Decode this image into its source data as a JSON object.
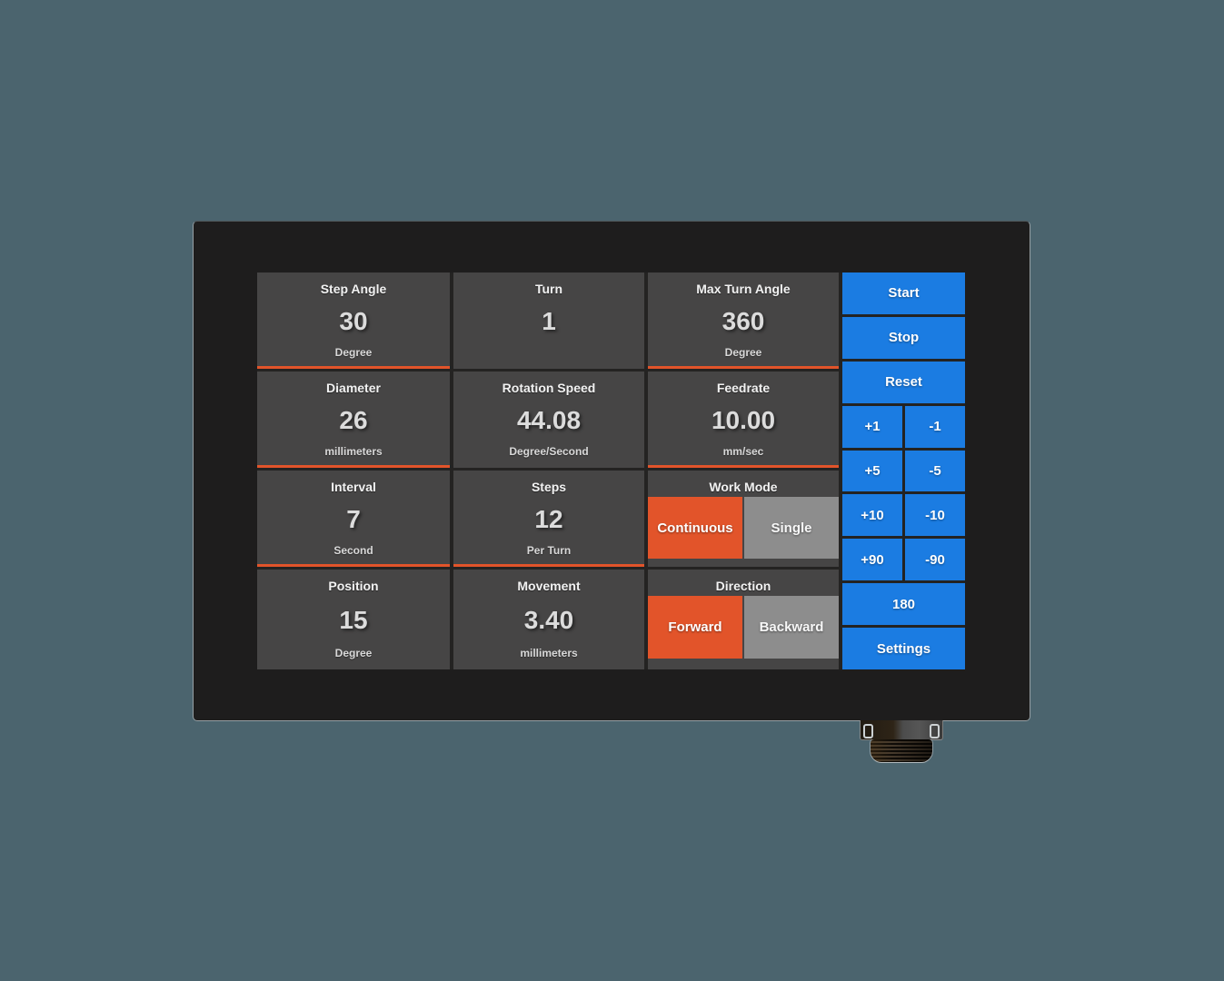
{
  "colors": {
    "background": "#4b646e",
    "bezel": "#1e1d1d",
    "cell_bg": "#464545",
    "accent_orange": "#e2542a",
    "accent_blue": "#1b7ce2",
    "inactive_gray": "#8d8d8d"
  },
  "cells": [
    {
      "label": "Step Angle",
      "value": "30",
      "unit": "Degree"
    },
    {
      "label": "Turn",
      "value": "1",
      "unit": ""
    },
    {
      "label": "Max Turn Angle",
      "value": "360",
      "unit": "Degree"
    },
    {
      "label": "Diameter",
      "value": "26",
      "unit": "millimeters"
    },
    {
      "label": "Rotation Speed",
      "value": "44.08",
      "unit": "Degree/Second"
    },
    {
      "label": "Feedrate",
      "value": "10.00",
      "unit": "mm/sec"
    },
    {
      "label": "Interval",
      "value": "7",
      "unit": "Second"
    },
    {
      "label": "Steps",
      "value": "12",
      "unit": "Per Turn"
    },
    {
      "label": "Position",
      "value": "15",
      "unit": "Degree"
    },
    {
      "label": "Movement",
      "value": "3.40",
      "unit": "millimeters"
    }
  ],
  "work_mode": {
    "label": "Work Mode",
    "continuous": "Continuous",
    "single": "Single",
    "selected": "Continuous"
  },
  "direction": {
    "label": "Direction",
    "forward": "Forward",
    "backward": "Backward",
    "selected": "Forward"
  },
  "buttons": {
    "start": "Start",
    "stop": "Stop",
    "reset": "Reset",
    "plus1": "+1",
    "minus1": "-1",
    "plus5": "+5",
    "minus5": "-5",
    "plus10": "+10",
    "minus10": "-10",
    "plus90": "+90",
    "minus90": "-90",
    "deg180": "180",
    "settings": "Settings"
  }
}
